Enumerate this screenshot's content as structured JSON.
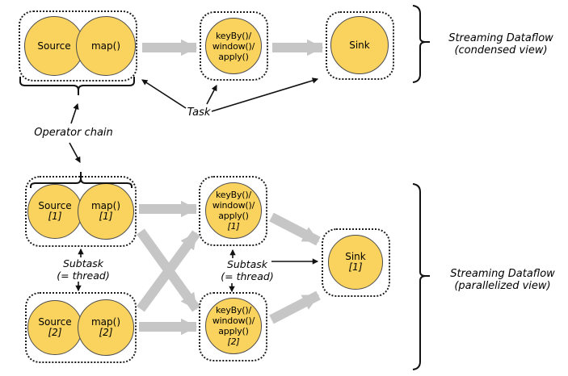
{
  "diagram": {
    "condensed": {
      "source": "Source",
      "map": "map()",
      "keyby_lines": [
        "keyBy()/",
        "window()/",
        "apply()"
      ],
      "sink": "Sink",
      "brace_label_1": "Streaming Dataflow",
      "brace_label_2": "(condensed view)"
    },
    "labels": {
      "task": "Task",
      "operator_chain": "Operator chain",
      "subtask_line1": "Subtask",
      "subtask_line2": "(= thread)"
    },
    "parallel": {
      "source1": "Source",
      "source1_idx": "[1]",
      "map1": "map()",
      "map1_idx": "[1]",
      "source2": "Source",
      "source2_idx": "[2]",
      "map2": "map()",
      "map2_idx": "[2]",
      "keyby_lines": [
        "keyBy()/",
        "window()/",
        "apply()"
      ],
      "keyby1_idx": "[1]",
      "keyby2_idx": "[2]",
      "sink": "Sink",
      "sink_idx": "[1]",
      "brace_label_1": "Streaming Dataflow",
      "brace_label_2": "(parallelized view)"
    },
    "colors": {
      "node_fill": "#FAD35F",
      "node_stroke": "#4d4d4d",
      "arrow_gray": "#C6C6C6",
      "ink": "#111111"
    }
  }
}
